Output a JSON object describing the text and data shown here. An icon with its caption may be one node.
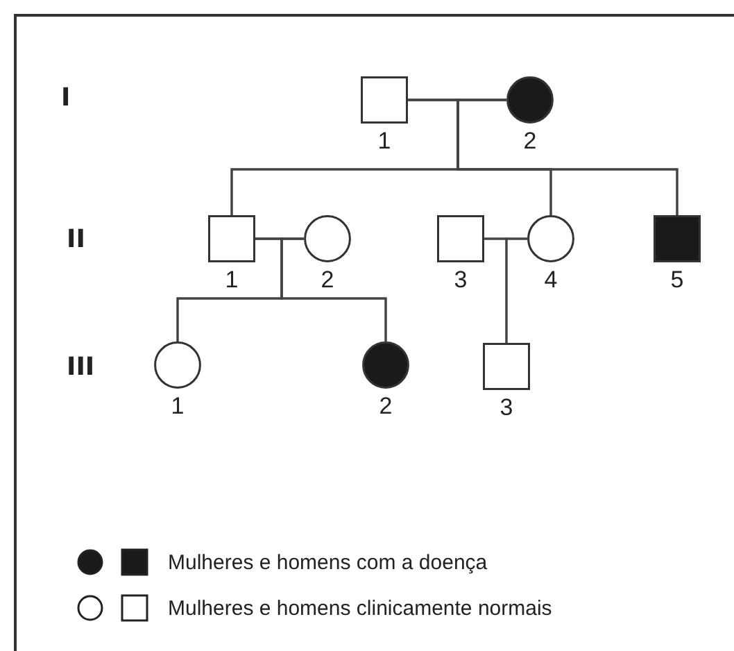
{
  "diagram": {
    "nodes": [
      {
        "text": [],
        "shape": "box",
        "beside": [
          "1"
        ]
      },
      {
        "text": [],
        "shape": "disc",
        "beside": [
          "2"
        ]
      },
      {
        "text": [],
        "shape": "box",
        "beside": [
          "1"
        ]
      },
      {
        "text": [],
        "shape": "circle",
        "beside": [
          "2"
        ]
      },
      {
        "text": [],
        "shape": "box",
        "beside": [
          "3"
        ]
      },
      {
        "text": [],
        "shape": "circle",
        "beside": [
          "4"
        ]
      },
      {
        "text": [],
        "shape": "block",
        "beside": [
          "5"
        ]
      },
      {
        "text": [],
        "shape": "circle",
        "beside": [
          "1"
        ]
      },
      {
        "text": [],
        "shape": "disc",
        "beside": [
          "2"
        ]
      },
      {
        "text": [],
        "shape": "box",
        "beside": [
          "3"
        ]
      }
    ],
    "edges": [
      {
        "from": 0,
        "to": 1,
        "arrow": "none"
      },
      {
        "from": 0,
        "to": 2,
        "arrow": "none"
      },
      {
        "from": 0,
        "to": 5,
        "arrow": "none"
      },
      {
        "from": 0,
        "to": 6,
        "arrow": "none"
      },
      {
        "from": 1,
        "to": 2,
        "arrow": "none"
      },
      {
        "from": 1,
        "to": 5,
        "arrow": "none"
      },
      {
        "from": 1,
        "to": 6,
        "arrow": "none"
      },
      {
        "from": 2,
        "to": 3,
        "arrow": "none"
      },
      {
        "from": 2,
        "to": 7,
        "arrow": "none"
      },
      {
        "from": 2,
        "to": 8,
        "arrow": "none"
      },
      {
        "from": 3,
        "to": 7,
        "arrow": "none"
      },
      {
        "from": 3,
        "to": 8,
        "arrow": "none"
      },
      {
        "from": 4,
        "to": 5,
        "arrow": "none"
      },
      {
        "from": 4,
        "to": 9,
        "arrow": "none"
      },
      {
        "from": 5,
        "to": 9,
        "arrow": "none"
      }
    ],
    "labels": [
      "I",
      "II",
      "III"
    ],
    "legend": [
      {
        "text": "Mulheres e homens com a doença",
        "color": "#1a1a1a"
      },
      {
        "text": "Mulheres e homens clinicamente normais"
      }
    ]
  }
}
